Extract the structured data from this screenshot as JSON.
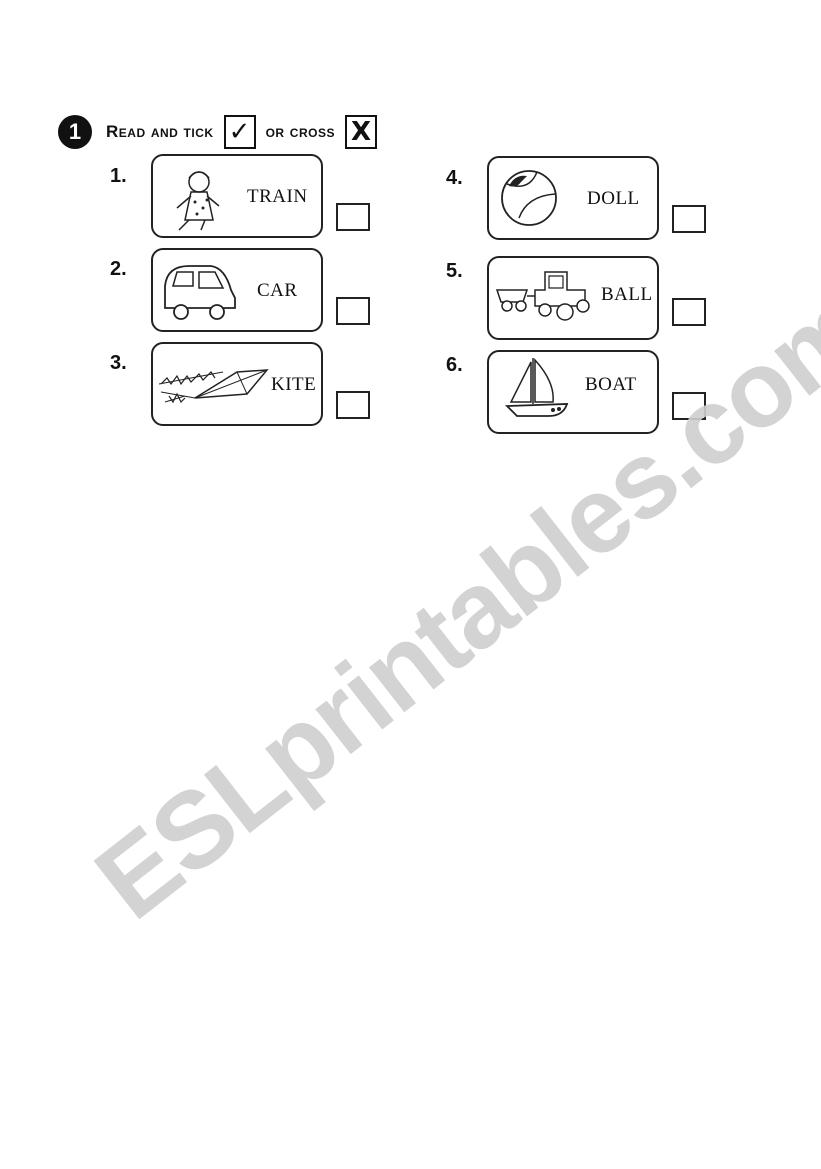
{
  "exercise": {
    "number": "1",
    "instruction_read": "Read and tick",
    "instruction_or": "or cross",
    "tick_symbol": "✓",
    "cross_symbol": "X"
  },
  "items": [
    {
      "num": "1.",
      "word": "TRAIN",
      "picture": "doll-icon"
    },
    {
      "num": "2.",
      "word": "CAR",
      "picture": "car-icon"
    },
    {
      "num": "3.",
      "word": "KITE",
      "picture": "kite-icon"
    },
    {
      "num": "4.",
      "word": "DOLL",
      "picture": "ball-icon"
    },
    {
      "num": "5.",
      "word": "BALL",
      "picture": "train-icon"
    },
    {
      "num": "6.",
      "word": "BOAT",
      "picture": "boat-icon"
    }
  ],
  "watermark": "ESLprintables.com"
}
